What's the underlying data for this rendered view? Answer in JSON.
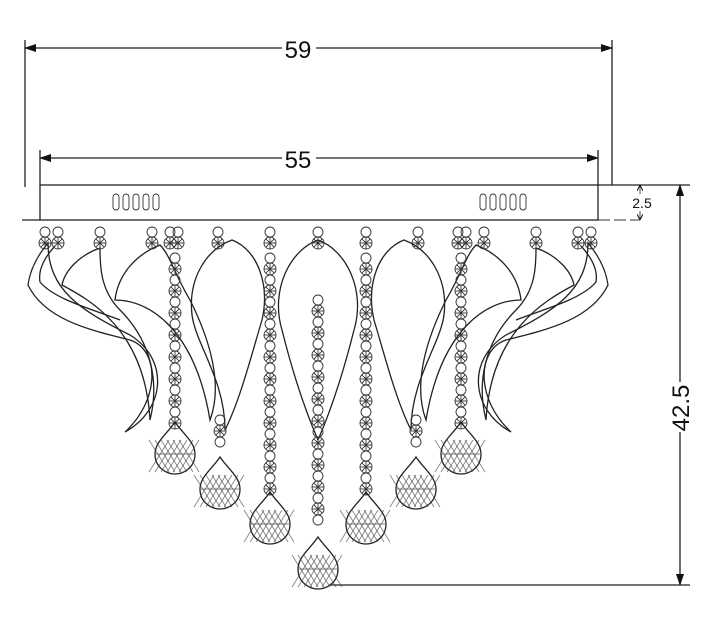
{
  "dimensions": {
    "overall_width": "59",
    "canopy_width": "55",
    "canopy_height": "2.5",
    "overall_height": "42.5"
  },
  "colors": {
    "line": "#222222",
    "background": "#ffffff"
  }
}
